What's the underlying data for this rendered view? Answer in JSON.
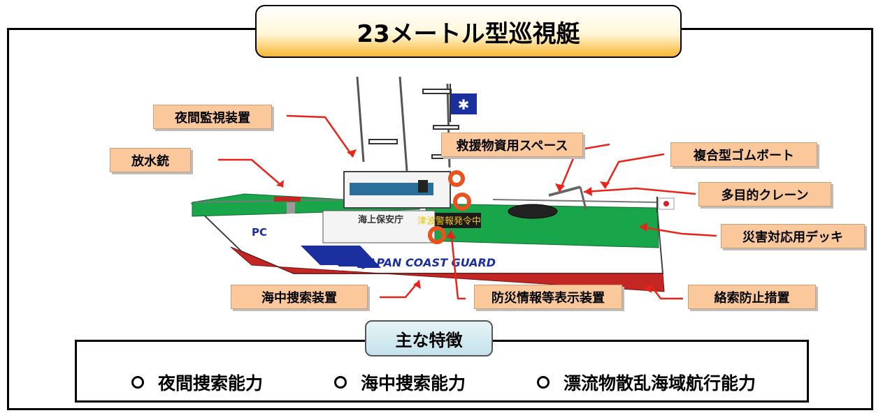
{
  "title": "23メートル型巡視艇",
  "callouts": {
    "night_monitor": "夜間監視装置",
    "water_cannon": "放水銃",
    "relief_space": "救援物資用スペース",
    "rubber_boat": "複合型ゴムボート",
    "crane": "多目的クレーン",
    "disaster_deck": "災害対応用デッキ",
    "underwater_search": "海中捜索装置",
    "disaster_display": "防災情報等表示装置",
    "rope_prevention": "絡索防止措置"
  },
  "ship": {
    "hull_name": "海上保安庁",
    "hull_marking": "PC",
    "hull_text": "JAPAN COAST GUARD",
    "display_text": "津波警報発令中"
  },
  "features": {
    "heading": "主な特徴",
    "items": [
      "夜間捜索能力",
      "海中捜索能力",
      "漂流物散乱海域航行能力"
    ]
  },
  "colors": {
    "callout_bg": "#fbc89c",
    "arrow": "#e8231b",
    "deck_green": "#19a64a",
    "hull_blue": "#1c2f9e",
    "hull_red": "#c42624"
  }
}
